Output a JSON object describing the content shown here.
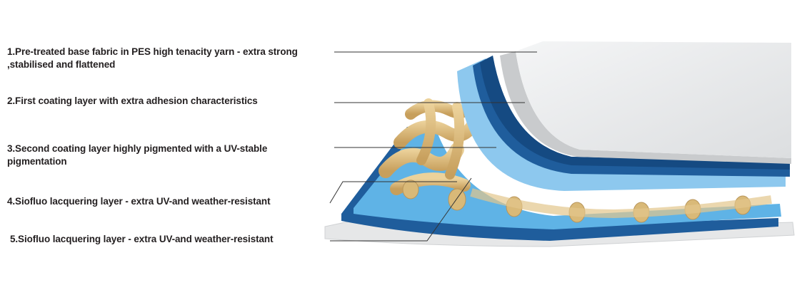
{
  "layers": [
    {
      "label": "1.Pre-treated base fabric in PES high tenacity yarn - extra strong",
      "label_line2": ",stabilised and flattened"
    },
    {
      "label": "2.First coating layer with extra adhesion characteristics"
    },
    {
      "label": "3.Second coating layer highly pigmented with a UV-stable",
      "label_line2": "pigmentation"
    },
    {
      "label": "4.Siofluo lacquering layer - extra UV-and weather-resistant"
    },
    {
      "label": "5.Siofluo lacquering layer - extra UV-and weather-resistant"
    }
  ],
  "colors": {
    "light_grey": "#e6e7e8",
    "mid_grey": "#c9cbcd",
    "light_blue": "#5fb3e6",
    "pale_blue": "#8dc8ee",
    "dark_blue": "#1f5d9c",
    "navy": "#154a82",
    "yarn": "#d9b978",
    "yarn_shadow": "#b8955a",
    "leader_line": "#333333"
  }
}
